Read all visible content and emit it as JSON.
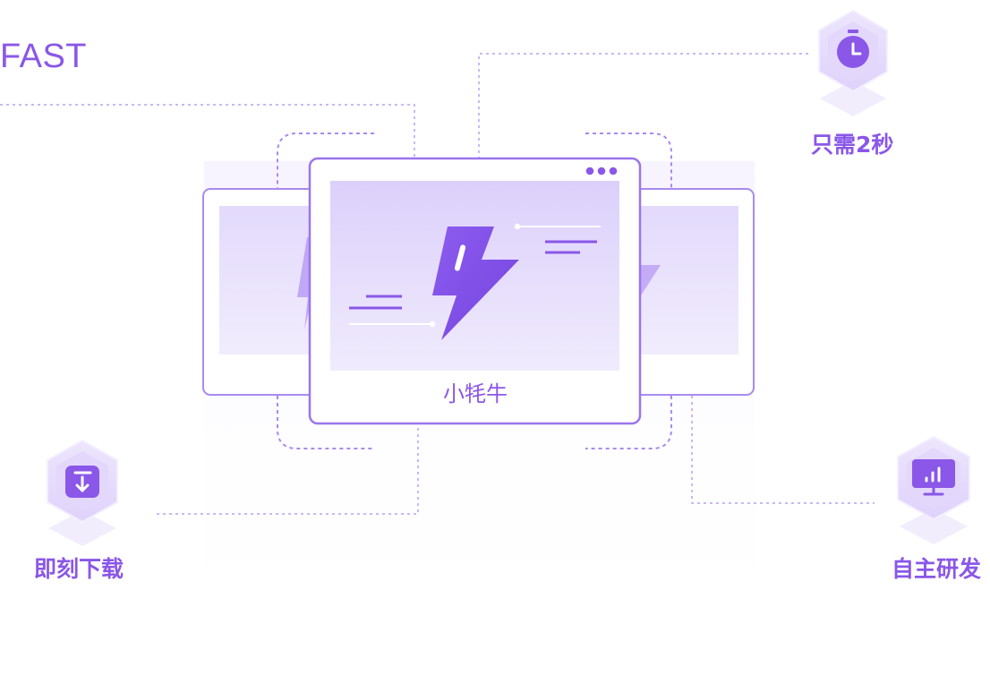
{
  "headline": "FAST",
  "center_card": {
    "caption": "小牦牛"
  },
  "features": [
    {
      "label": "只需2秒",
      "icon": "stopwatch-icon"
    },
    {
      "label": "即刻下载",
      "icon": "download-icon"
    },
    {
      "label": "自主研发",
      "icon": "monitor-chart-icon"
    }
  ],
  "colors": {
    "accent": "#8a57e8",
    "accent_dark": "#7a45e0",
    "card_border": "#a98af0",
    "card_fill_top": "#dcd0fb",
    "card_fill_bottom": "#efeafd",
    "dotted_line": "#b7a0f0",
    "hex_outer": "#ece4fd",
    "hex_inner": "#d9c9fb"
  }
}
